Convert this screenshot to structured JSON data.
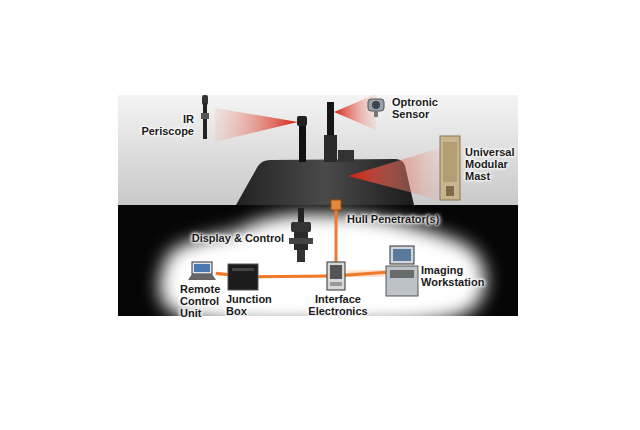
{
  "diagram": {
    "nodes": [
      {
        "text": [
          "IR Periscope"
        ]
      },
      {
        "text": [
          "Optronic Sensor"
        ]
      },
      {
        "text": [
          "Universal Modular Mast"
        ]
      },
      {
        "text": [
          "Hull Penetrator(s)"
        ]
      },
      {
        "text": [
          "Display & Control"
        ]
      },
      {
        "text": [
          "Remote Control Unit"
        ]
      },
      {
        "text": [
          "Junction Box"
        ]
      },
      {
        "text": [
          "Interface Electronics"
        ]
      },
      {
        "text": [
          "Imaging Workstation"
        ]
      }
    ],
    "edges": [
      {
        "from": 5,
        "to": 6,
        "arrow": "none"
      },
      {
        "from": 6,
        "to": 7,
        "arrow": "none"
      },
      {
        "from": 7,
        "to": 8,
        "arrow": "none"
      },
      {
        "from": 7,
        "to": 3,
        "arrow": "none"
      }
    ]
  }
}
